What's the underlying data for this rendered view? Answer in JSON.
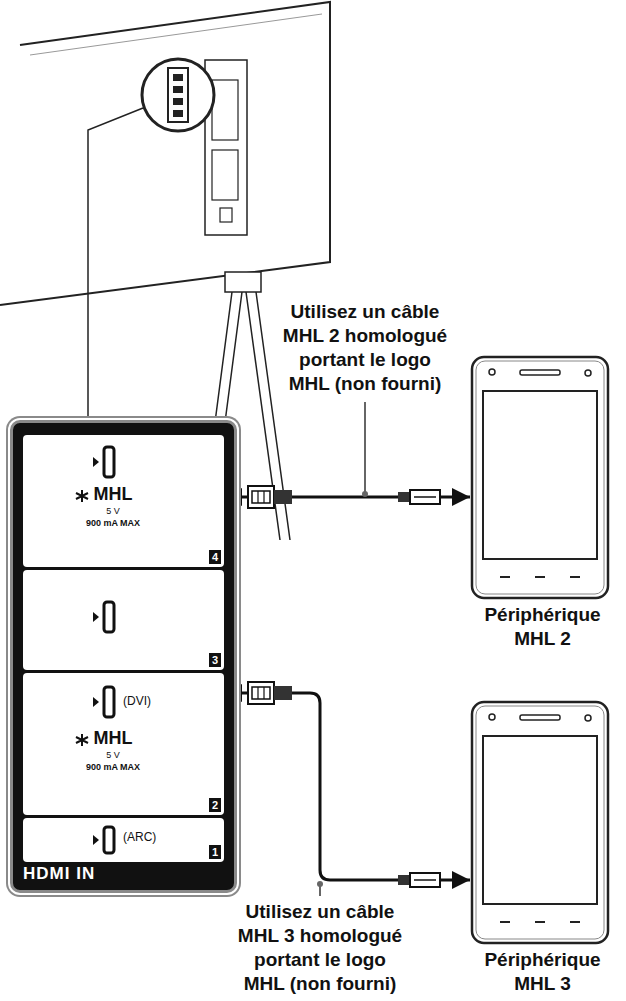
{
  "diagram": {
    "nodes": [
      {
        "text": [
          "HDMI IN"
        ]
      },
      {
        "text": [
          "MHL",
          "5 V",
          "900 mA MAX",
          "4"
        ],
        "in": 0
      },
      {
        "text": [
          "3"
        ],
        "in": 0
      },
      {
        "text": [
          "(DVI)",
          "MHL",
          "5 V",
          "900 mA MAX",
          "2"
        ],
        "in": 0
      },
      {
        "text": [
          "(ARC)",
          "1"
        ],
        "in": 0
      },
      {
        "text": [
          "Périphérique MHL 2"
        ]
      },
      {
        "text": [
          "Périphérique MHL 3"
        ]
      }
    ],
    "edges": [
      {
        "from": 1,
        "to": 5,
        "arrow": "both"
      },
      {
        "from": 3,
        "to": 6,
        "arrow": "both"
      }
    ],
    "labels": [
      "Utilisez un câble MHL 2 homologué portant le logo MHL (non fourni)",
      "Utilisez un câble MHL 3 homologué portant le logo MHL (non fourni)"
    ]
  }
}
